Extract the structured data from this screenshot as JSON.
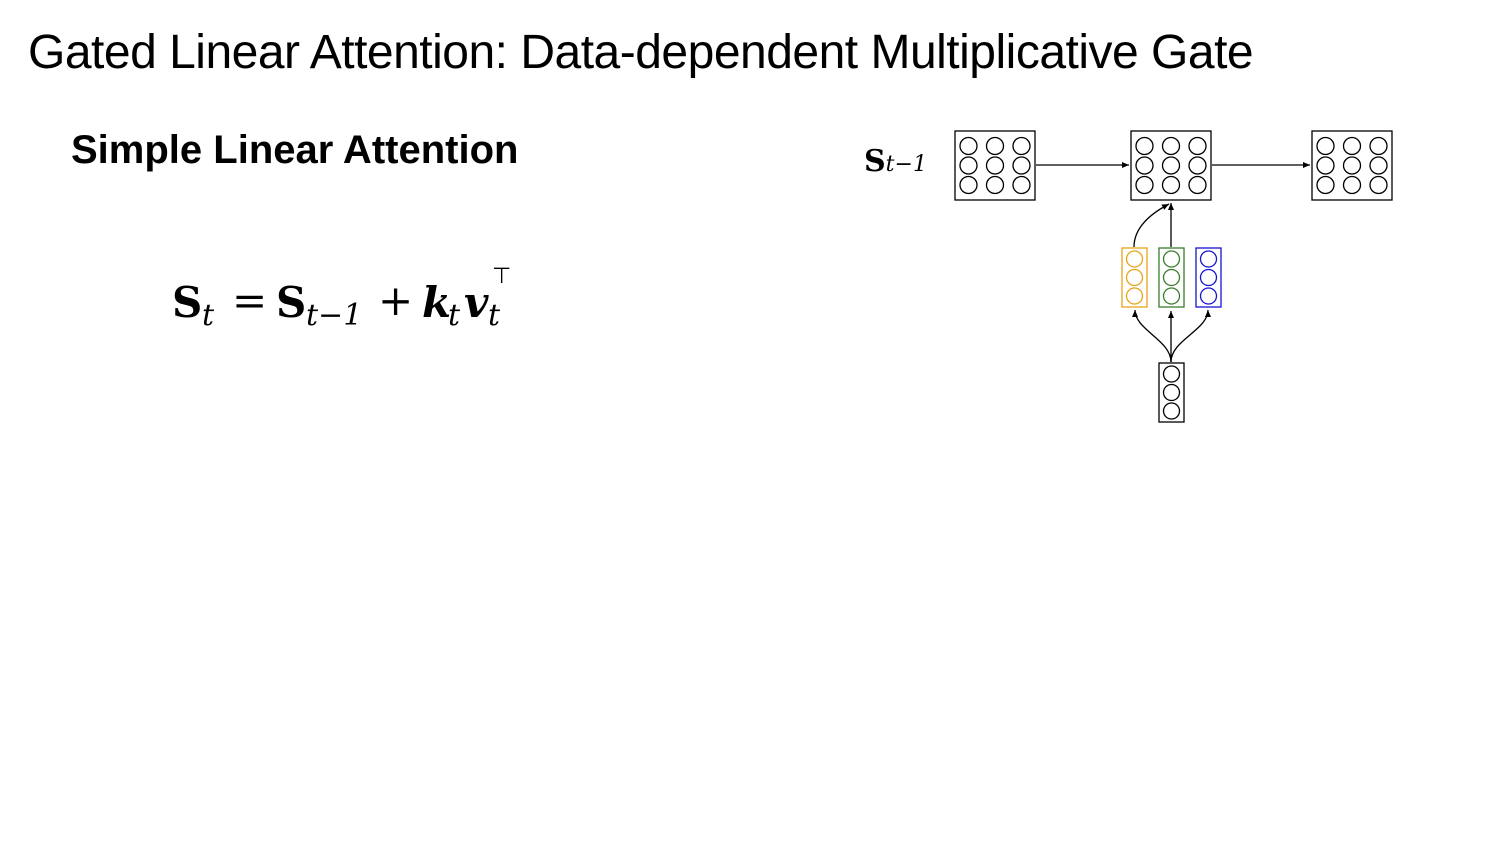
{
  "slide": {
    "title": "Gated Linear Attention: Data-dependent Multiplicative Gate",
    "section_heading": "Simple Linear Attention"
  },
  "equation": {
    "lhs": "S",
    "lhs_sub": "t",
    "equals": "=",
    "term1": "S",
    "term1_sub": "t−1",
    "plus": "+",
    "term2_k": "k",
    "term2_k_sub": "t",
    "term2_v": "v",
    "term2_v_sub": "t",
    "term2_v_sup": "⊤"
  },
  "diagram": {
    "state_label": "S",
    "state_label_sub": "t−1",
    "colors": {
      "stroke": "#000000",
      "key_vector": "#e8a317",
      "gate_vector": "#3a7d2c",
      "value_vector": "#1414d2"
    }
  }
}
